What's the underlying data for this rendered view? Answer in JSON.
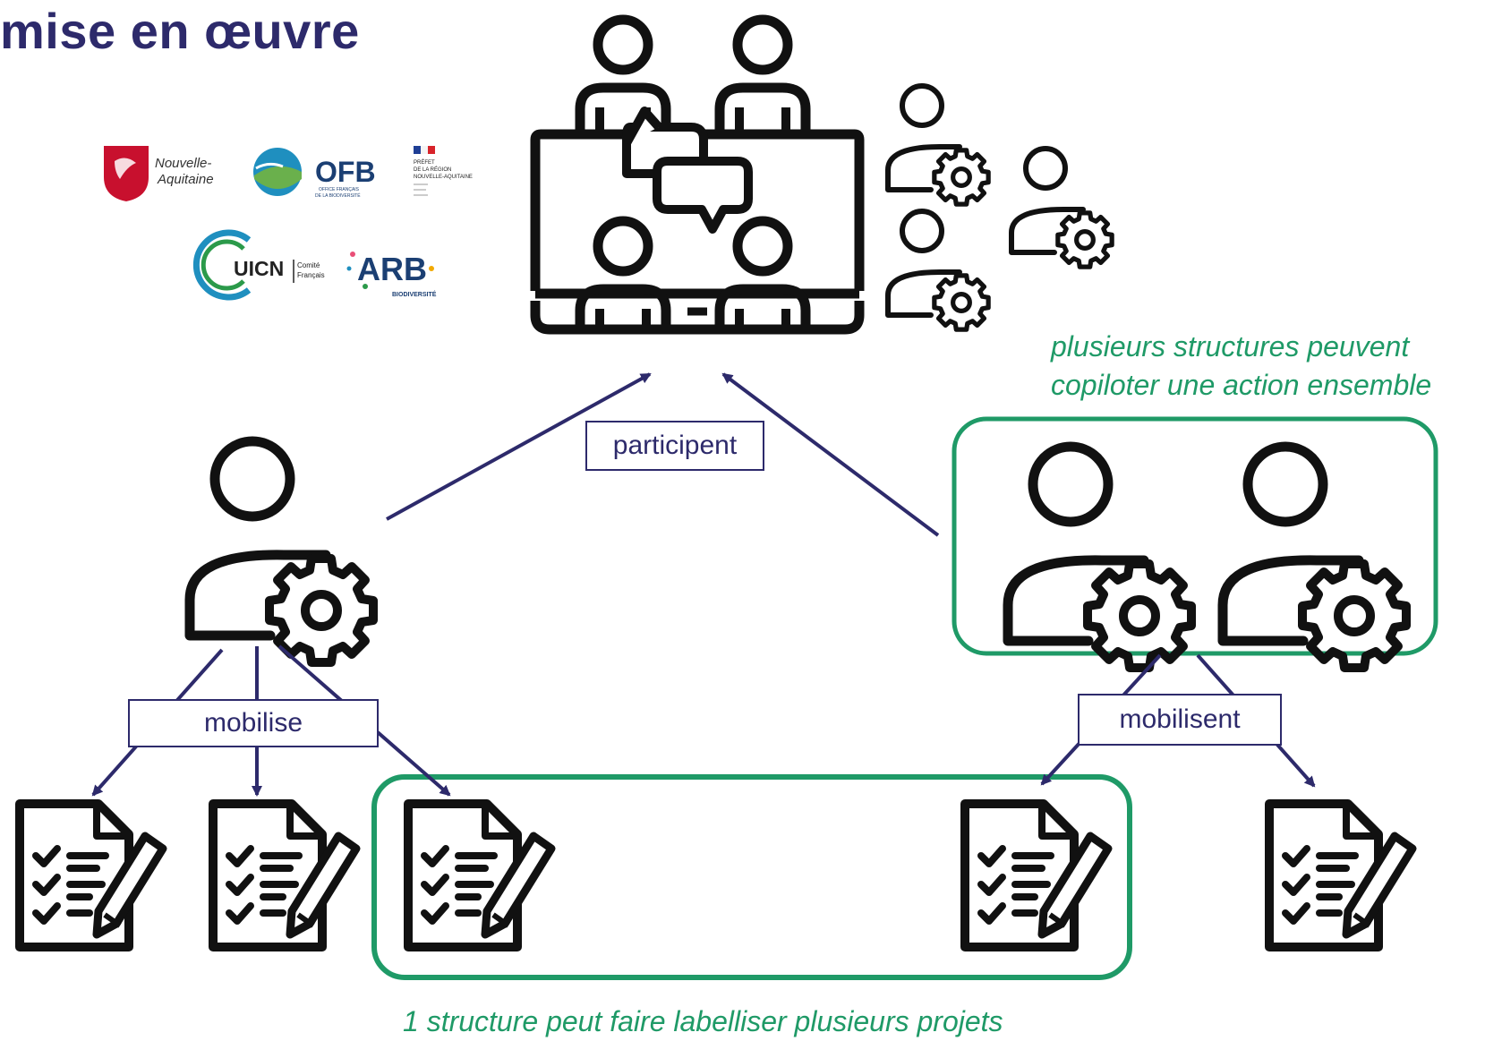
{
  "title": "mise en œuvre",
  "labels": {
    "participent": "participent",
    "mobilise": "mobilise",
    "mobilisent": "mobilisent"
  },
  "notes": {
    "copilot_line1": "plusieurs structures peuvent",
    "copilot_line2": "copiloter une action ensemble",
    "labelliser": "1 structure peut faire labelliser plusieurs projets"
  },
  "logos": {
    "nouvelle_aquitaine_line1": "Nouvelle-",
    "nouvelle_aquitaine_line2": "Aquitaine",
    "ofb": "OFB",
    "ofb_sub1": "OFFICE FRANÇAIS",
    "ofb_sub2": "DE LA BIODIVERSITÉ",
    "prefet_line1": "PRÉFET",
    "prefet_line2": "DE LA RÉGION",
    "prefet_line3": "NOUVELLE-AQUITAINE",
    "uicn": "UICN",
    "uicn_sub1": "Comité",
    "uicn_sub2": "Français",
    "arb": "ARB",
    "arb_sub": "BIODIVERSITÉ"
  },
  "colors": {
    "navy": "#2d2a6b",
    "green": "#1f9a67",
    "icon": "#111111"
  }
}
